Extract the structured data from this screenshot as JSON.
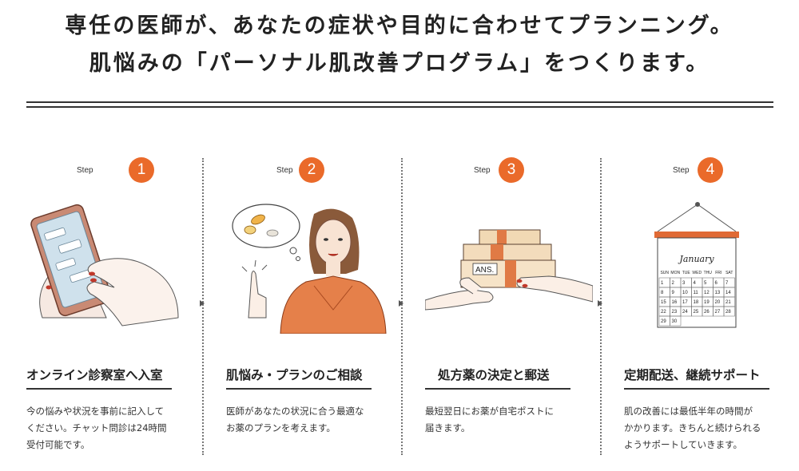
{
  "header": {
    "line1": "専任の医師が、あなたの症状や目的に合わせてプランニング。",
    "line2": "肌悩みの「パーソナル肌改善プログラム」をつくります。"
  },
  "colors": {
    "accent": "#ea6a2a",
    "text": "#222222"
  },
  "steps": [
    {
      "label": "Step",
      "number": "1",
      "title": "オンライン診察室へ入室",
      "description": "今の悩みや状況を事前に記入して\nください。チャット問診は24時間\n受付可能です。",
      "icon": "smartphone-chat-illustration"
    },
    {
      "label": "Step",
      "number": "2",
      "title": "肌悩み・プランのご相談",
      "description": "医師があなたの状況に合う最適な\nお薬のプランを考えます。",
      "icon": "doctor-consultation-illustration"
    },
    {
      "label": "Step",
      "number": "3",
      "title": "処方薬の決定と郵送",
      "description": "最短翌日にお薬が自宅ポストに\n届きます。",
      "icon": "package-delivery-illustration"
    },
    {
      "label": "Step",
      "number": "4",
      "title": "定期配送、継続サポート",
      "description": "肌の改善には最低半年の時間が\nかかります。きちんと続けられる\nようサポートしていきます。",
      "icon": "calendar-illustration",
      "calendar": {
        "month": "January",
        "weekdays": [
          "SUN",
          "MON",
          "TUE",
          "WED",
          "THU",
          "FRI",
          "SAT"
        ],
        "days": [
          "1",
          "2",
          "3",
          "4",
          "5",
          "6",
          "7",
          "8",
          "9",
          "10",
          "11",
          "12",
          "13",
          "14",
          "15",
          "16",
          "17",
          "18",
          "19",
          "20",
          "21",
          "22",
          "23",
          "24",
          "25",
          "26",
          "27",
          "28",
          "29",
          "30"
        ]
      }
    }
  ],
  "package_label": "ANS."
}
